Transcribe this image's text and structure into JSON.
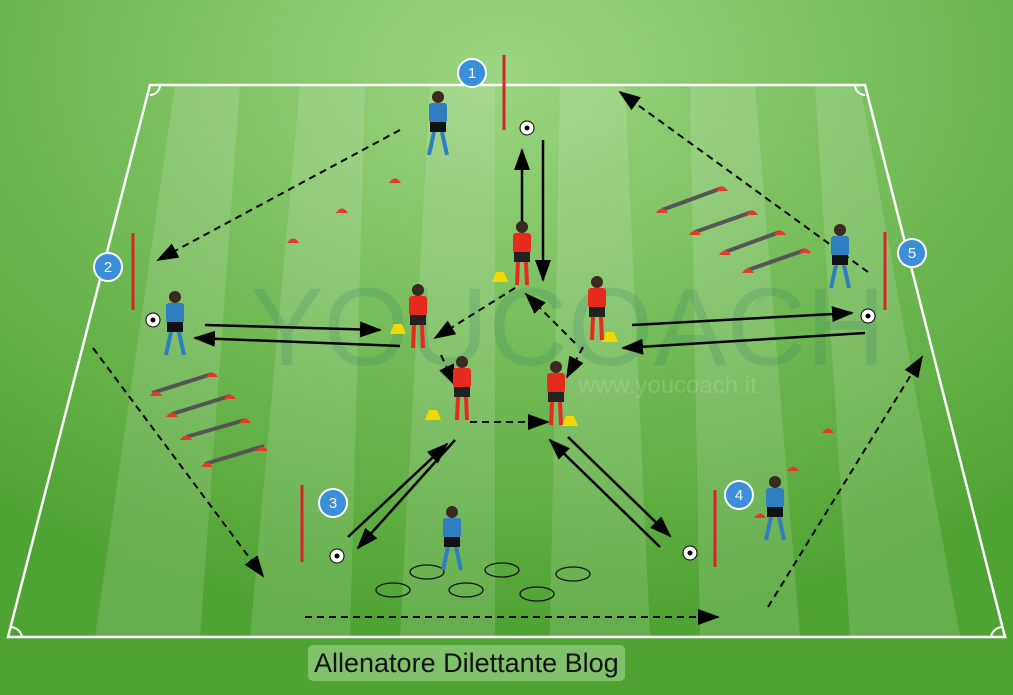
{
  "caption": "Allenatore Dilettante Blog",
  "watermark": {
    "brand": "YOUCOACH",
    "url": "www.youcoach.it",
    "registered": "®"
  },
  "stations": [
    "1",
    "2",
    "3",
    "4",
    "5"
  ],
  "colors": {
    "grass": "#5fae3f",
    "grass_light": "#86c865",
    "line": "#ffffff",
    "station_badge": "#3a8fd8",
    "blue_team": "#2f7fc0",
    "red_team": "#e62b1e",
    "cone_yellow": "#f0d800"
  }
}
